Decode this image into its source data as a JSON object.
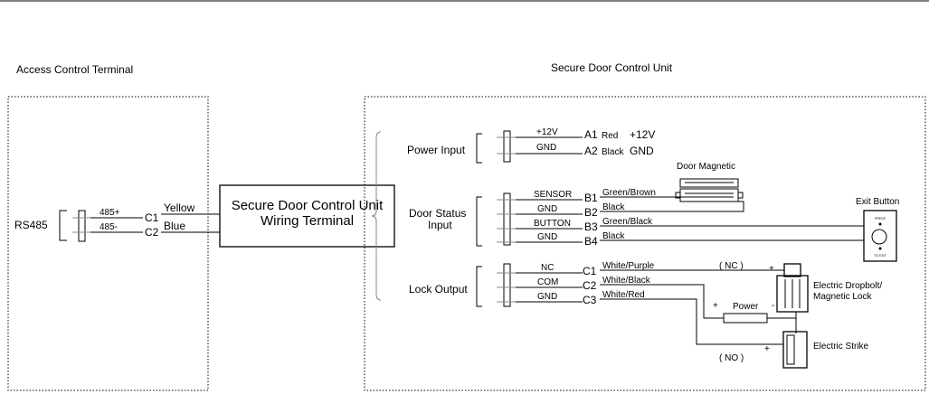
{
  "titles": {
    "left": "Access Control Terminal",
    "right": "Secure Door Control Unit"
  },
  "terminal": {
    "rs485": "RS485",
    "pin_plus": "485+",
    "pin_minus": "485-",
    "c1": "C1",
    "c2": "C2",
    "yellow": "Yellow",
    "blue": "Blue"
  },
  "wiring_box": {
    "line1": "Secure Door Control Unit",
    "line2": "Wiring Terminal"
  },
  "power": {
    "label": "Power Input",
    "pin1": "+12V",
    "pin2": "GND",
    "a1": "A1",
    "a2": "A2",
    "red": "Red",
    "black": "Black",
    "v12": "+12V",
    "gnd": "GND"
  },
  "door_status": {
    "label1": "Door Status",
    "label2": "Input",
    "pins": [
      "SENSOR",
      "GND",
      "BUTTON",
      "GND"
    ],
    "terms": [
      "B1",
      "B2",
      "B3",
      "B4"
    ],
    "wires": [
      "Green/Brown",
      "Black",
      "Green/Black",
      "Black"
    ]
  },
  "door_magnetic": "Door Magnetic",
  "exit_button": {
    "title": "Exit Button",
    "press": "PRESS",
    "to_exit": "TO EXIT"
  },
  "lock": {
    "label": "Lock Output",
    "pins": [
      "NC",
      "COM",
      "GND"
    ],
    "terms": [
      "C1",
      "C2",
      "C3"
    ],
    "wires": [
      "White/Purple",
      "White/Black",
      "White/Red"
    ],
    "nc": "( NC )",
    "no": "( NO )",
    "power": "Power",
    "plus": "+",
    "minus": "-",
    "dropbolt1": "Electric Dropbolt/",
    "dropbolt2": "Magnetic Lock",
    "strike": "Electric Strike"
  }
}
